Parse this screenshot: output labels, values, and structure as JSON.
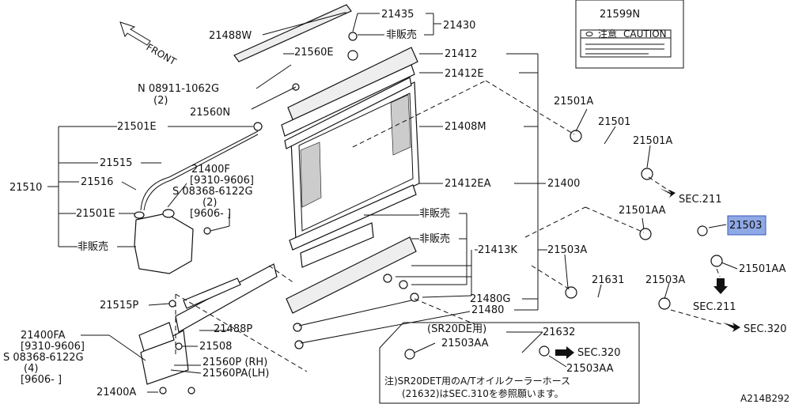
{
  "front_label": "FRONT",
  "caution": {
    "part_no": "21599N",
    "text_jp": "注意",
    "text_en": "CAUTION"
  },
  "labels": {
    "p21488W": "21488W",
    "p21435": "21435",
    "p21430": "21430",
    "hanbai1": "非販売",
    "p21560E": "21560E",
    "p21412": "21412",
    "p21412E": "21412E",
    "n08911": "N 08911-1062G",
    "n08911_qty": "(2)",
    "p21560N": "21560N",
    "p21501E_top": "21501E",
    "p21408M": "21408M",
    "p21515": "21515",
    "p21400F": "21400F",
    "p21400F_range1": "[9310-9606]",
    "s08368a": "S 08368-6122G",
    "s08368a_qty": "(2)",
    "p21400F_range2": "[9606-    ]",
    "p21510": "21510",
    "p21516": "21516",
    "p21412EA": "21412EA",
    "p21400": "21400",
    "p21501E_mid": "21501E",
    "hanbai2": "非販売",
    "hanbai3": "非販売",
    "hanbai4": "非販売",
    "p21413K": "21413K",
    "p21480G": "21480G",
    "p21480": "21480",
    "p21515P": "21515P",
    "p21488P": "21488P",
    "p21400FA": "21400FA",
    "p21400FA_range1": "[9310-9606]",
    "s08368b": "S 08368-6122G",
    "s08368b_qty": "(4)",
    "p21400FA_range2": "[9606-    ]",
    "p21508": "21508",
    "p21560P": "21560P (RH)",
    "p21560PA": "21560PA(LH)",
    "p21400A": "21400A",
    "p21501A_1": "21501A",
    "p21501": "21501",
    "p21501A_2": "21501A",
    "sec211_a": "SEC.211",
    "p21501AA_1": "21501AA",
    "p21503": "21503",
    "p21501AA_2": "21501AA",
    "sec211_b": "SEC.211",
    "p21503A_1": "21503A",
    "p21631": "21631",
    "p21503A_2": "21503A",
    "sec320_a": "SEC.320",
    "sr20de": "(SR20DE用)",
    "p21632": "21632",
    "p21503AA_1": "21503AA",
    "sec320_b": "SEC.320",
    "p21503AA_2": "21503AA",
    "note1": "注)SR20DET用のA/Tオイルクーラーホース",
    "note2": "(21632)はSEC.310を参照願います。",
    "diagram_id": "A214B292"
  }
}
